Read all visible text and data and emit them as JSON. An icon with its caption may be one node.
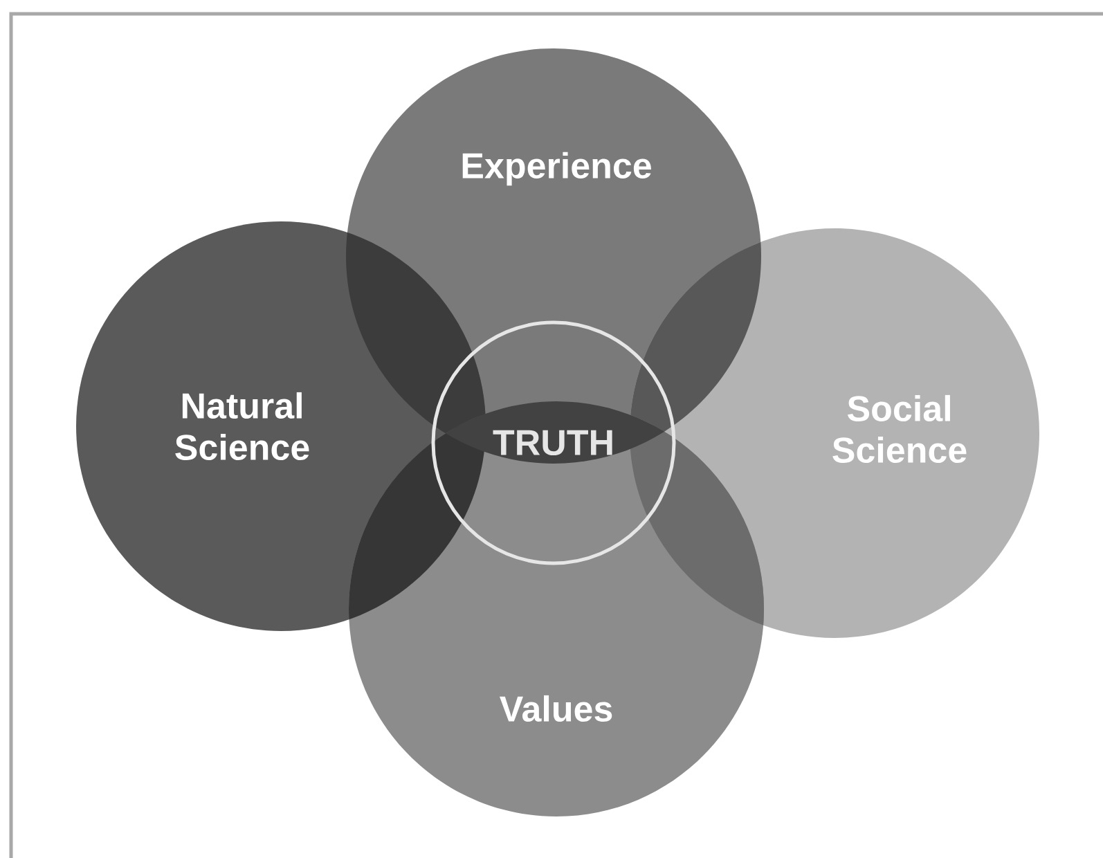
{
  "diagram": {
    "nodes": [
      {
        "text": [
          "Experience"
        ]
      },
      {
        "text": [
          "Natural Science"
        ]
      },
      {
        "text": [
          "TRUTH"
        ]
      },
      {
        "text": [
          "Social Science"
        ]
      },
      {
        "text": [
          "Values"
        ]
      }
    ]
  }
}
